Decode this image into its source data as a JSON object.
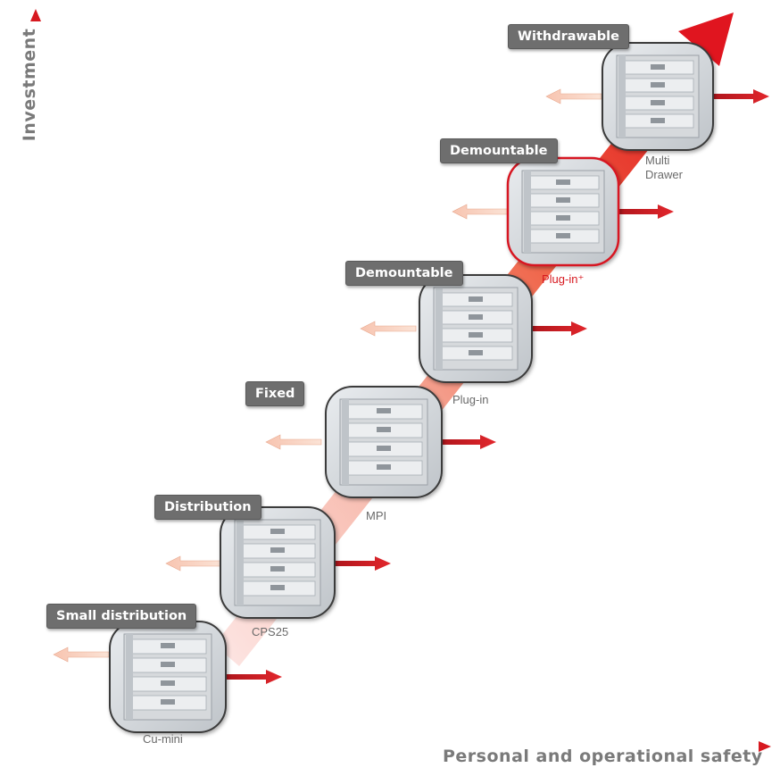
{
  "axes": {
    "y_label": "Investment",
    "x_label": "Personal and operational safety"
  },
  "colors": {
    "accent_red": "#d71920",
    "axis_light": "#f3b3b4",
    "label_bg": "#6e6e6e",
    "product_text": "#6a6a6a"
  },
  "steps": [
    {
      "category": "Small distribution",
      "product": "Cu-mini",
      "highlight": false
    },
    {
      "category": "Distribution",
      "product": "CPS25",
      "highlight": false
    },
    {
      "category": "Fixed",
      "product": "MPI",
      "highlight": false
    },
    {
      "category": "Demountable",
      "product": "Plug-in",
      "highlight": false
    },
    {
      "category": "Demountable",
      "product": "Plug-in⁺",
      "highlight": true
    },
    {
      "category": "Withdrawable",
      "product": "Multi\nDrawer",
      "highlight": false
    }
  ]
}
